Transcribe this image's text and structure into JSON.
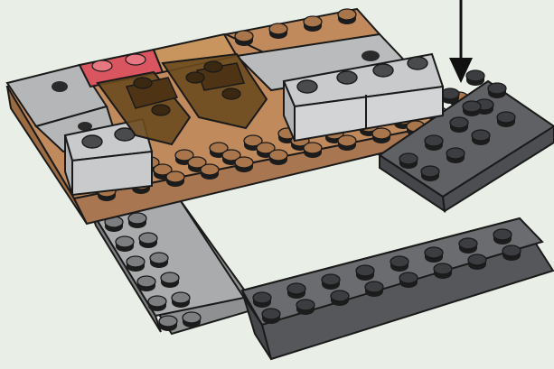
{
  "step": {
    "callout": "arrow-down-icon",
    "colors": {
      "background": "#e9efe6",
      "tan_plate": "#c08a5d",
      "dark_gray_plate": "#5f6164",
      "light_gray_plate": "#a9abad",
      "light_gray_brick": "#c9cacc",
      "trans_brown_part": "#6b4a1e",
      "trans_red_tile": "#d95560",
      "outline": "#1a1a1a"
    },
    "parts": [
      {
        "name": "tan-base-plate"
      },
      {
        "name": "dark-gray-plate-right"
      },
      {
        "name": "light-gray-plate-left"
      },
      {
        "name": "dark-gray-plate-bottom"
      },
      {
        "name": "light-gray-brick-left"
      },
      {
        "name": "light-gray-brick-right"
      },
      {
        "name": "trans-brown-parts"
      },
      {
        "name": "trans-red-tiles"
      }
    ]
  }
}
